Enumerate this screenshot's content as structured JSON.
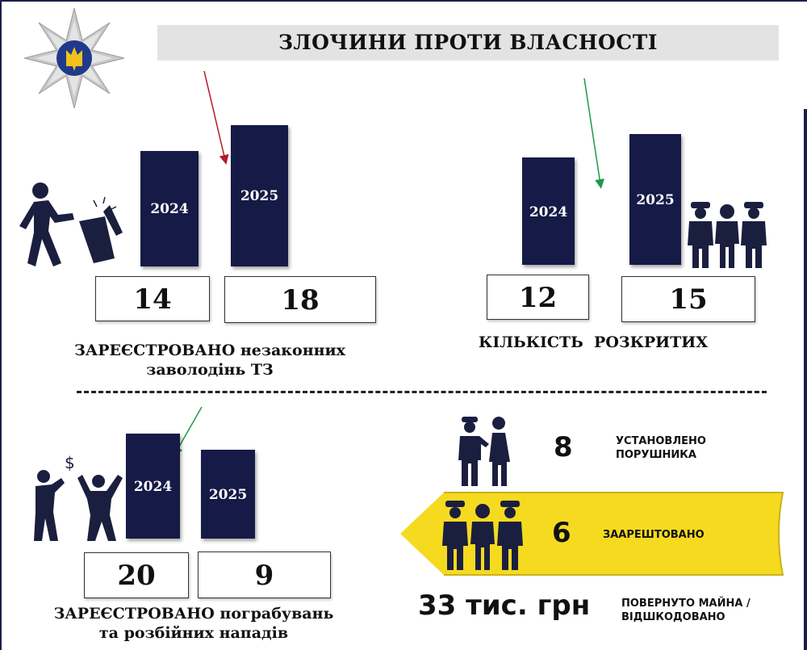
{
  "title": "ЗЛОЧИНИ ПРОТИ ВЛАСНОСТІ",
  "chart_data": [
    {
      "type": "bar",
      "categories": [
        "2024",
        "2025"
      ],
      "values": [
        14,
        18
      ],
      "value_labels": [
        "14",
        "18"
      ],
      "caption_line1": "ЗАРЕЄСТРОВАНО незаконних",
      "caption_line2": "заволодінь ТЗ",
      "trend": "up"
    },
    {
      "type": "bar",
      "categories": [
        "2024",
        "2025"
      ],
      "values": [
        12,
        15
      ],
      "value_labels": [
        "12",
        "15"
      ],
      "caption_line1": "КІЛЬКІСТЬ  РОЗКРИТИХ",
      "trend": "up"
    },
    {
      "type": "bar",
      "categories": [
        "2024",
        "2025"
      ],
      "values": [
        20,
        9
      ],
      "value_labels": [
        "20",
        "9"
      ],
      "caption_line1": "ЗАРЕЄСТРОВАНО пограбувань",
      "caption_line2": "та розбійних нападів",
      "trend": "down"
    }
  ],
  "stats": {
    "identified": {
      "value": "8",
      "label_line1": "УСТАНОВЛЕНО",
      "label_line2": "ПОРУШНИКА"
    },
    "arrested": {
      "value": "6",
      "label": "ЗААРЕШТОВАНО"
    },
    "returned": {
      "value": "33 тис. грн",
      "label_line1": "ПОВЕРНУТО МАЙНА /",
      "label_line2": "ВІДШКОДОВАНО"
    }
  },
  "colors": {
    "bar": "#161a47",
    "banner": "#f5da20",
    "arrow_up_bad": "#b01c2a",
    "arrow_good": "#1c9a4a"
  },
  "icons": [
    "police-star-emblem-icon",
    "thief-kicking-icon",
    "robbery-figures-icon",
    "police-officers-arrest-icon",
    "police-questioning-icon"
  ]
}
